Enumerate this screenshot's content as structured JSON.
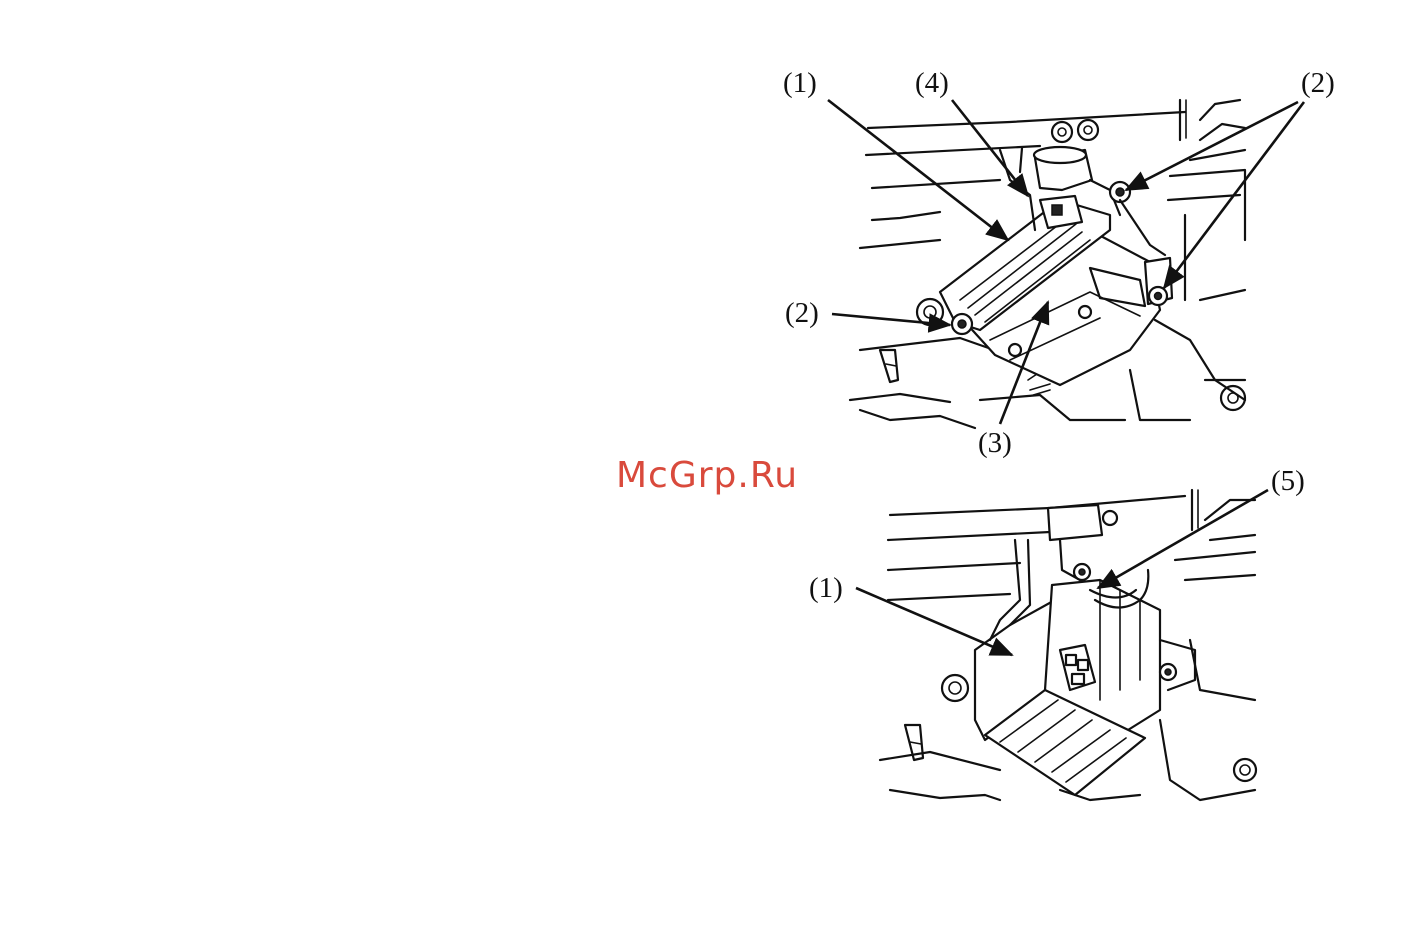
{
  "watermark": "McGrp.Ru",
  "figure_top": {
    "labels": {
      "part1": "(1)",
      "part4": "(4)",
      "part2_right": "(2)",
      "part2_left": "(2)",
      "part3": "(3)"
    }
  },
  "figure_bottom": {
    "labels": {
      "part5": "(5)",
      "part1": "(1)"
    }
  }
}
